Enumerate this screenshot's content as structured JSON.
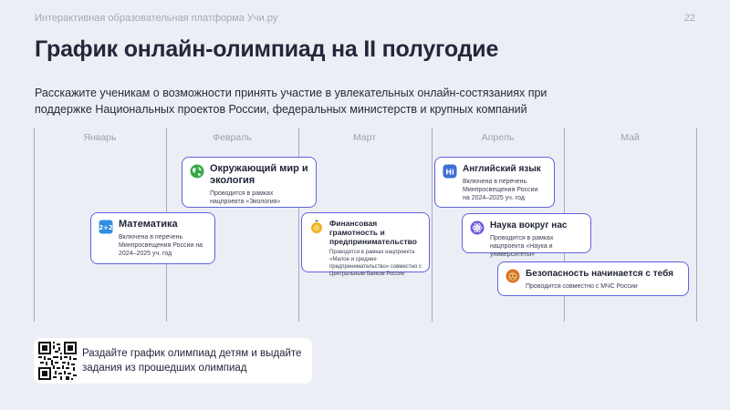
{
  "header": {
    "platform": "Интерактивная образовательная платформа Учи.ру",
    "page_number": "22"
  },
  "title": "График онлайн-олимпиад на II полугодие",
  "subtitle": "Расскажите ученикам о возможности принять участие в увлекательных онлайн-состязаниях при поддержке Национальных проектов России, федеральных министерств и крупных компаний",
  "months": [
    "Январь",
    "Февраль",
    "Март",
    "Апрель",
    "Май"
  ],
  "olympiads": [
    {
      "title": "Окружающий мир и экология",
      "description": "Проводится в рамках нацпроекта «Экология»",
      "icon": "globe-icon"
    },
    {
      "title": "Математика",
      "description": "Включена в перечень Минпросвещения России на 2024–2025 уч. год",
      "icon": "math-icon"
    },
    {
      "title": "Финансовая грамотность и предпринимательство",
      "description": "Проводится в рамках нацпроекта «Малое и среднее предпринимательство» совместно с Центральным банком России",
      "icon": "coin-icon"
    },
    {
      "title": "Английский язык",
      "description": "Включена в перечень Минпросвещения России на 2024–2025 уч. год",
      "icon": "english-icon"
    },
    {
      "title": "Наука вокруг нас",
      "description": "Проводится в рамках нацпроекта «Наука и университеты»",
      "icon": "atom-icon"
    },
    {
      "title": "Безопасность начинается с тебя",
      "description": "Проводится совместно с МЧС России",
      "icon": "lion-icon"
    }
  ],
  "bottom": {
    "text": "Раздайте график олимпиад детям и выдайте задания из прошедших олимпиад",
    "icon": "qr-code-icon"
  },
  "colors": {
    "background": "#eceef5",
    "accent": "#5f62e0",
    "grid_line": "#a6aabd"
  }
}
